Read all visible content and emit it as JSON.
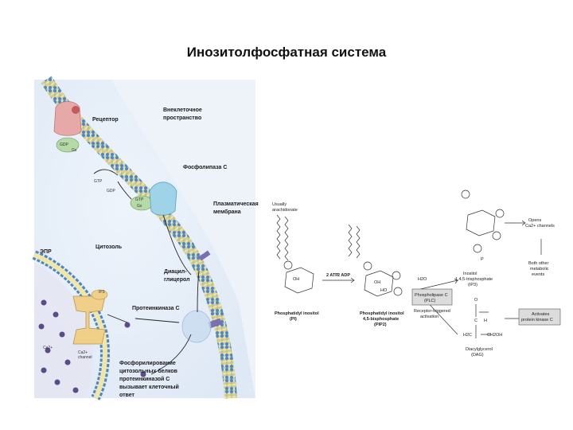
{
  "title": "Инозитолфосфатная система",
  "left": {
    "receptor": "Рецептор",
    "extracellular": [
      "Внеклеточное",
      "пространство"
    ],
    "gdp": "GDP",
    "gs": "Gs",
    "gtp": "GTP",
    "gdp2": "GDP",
    "gtp2": "GTP",
    "gs2": "Gs",
    "phospholipase": "Фосфолипаза С",
    "plasma_membrane": [
      "Плазматическая",
      "мембрана"
    ],
    "cytosol": "Цитозоль",
    "er": "ЭПР",
    "dag": [
      "Диацил-",
      "глицерол"
    ],
    "ip3": "IP3",
    "pkc": "Протеинкиназа С",
    "ca": "Ca2+",
    "ca_channel": [
      "Ca2+",
      "channel"
    ],
    "phosphorylation": [
      "Фосфорилирование",
      "цитозольных белков",
      "протеинкиназой С",
      "вызывает клеточный",
      "ответ"
    ]
  },
  "right": {
    "usually_arachidonate": [
      "Usually",
      "arachidonate"
    ],
    "pi": [
      "Phosphatidyl inositol",
      "(PI)"
    ],
    "atp": "2 ATP",
    "adp": "2 ADP",
    "pip2": [
      "Phosphatidyl inositol",
      "4,5-bisphosphate",
      "(PIP2)"
    ],
    "h2o": "H2O",
    "plc": [
      "Phospholipase C",
      "(PLC)"
    ],
    "receptor_triggered": [
      "Receptor-triggered",
      "activation"
    ],
    "ip3_full": [
      "Inositol",
      "1,4,5-trisphosphate",
      "(IP3)"
    ],
    "opens_ca": [
      "Opens",
      "Ca2+ channels"
    ],
    "both_other": [
      "Both other",
      "metabolic",
      "events"
    ],
    "activates_pkc": [
      "Activates",
      "protein kinase C"
    ],
    "dag_full": [
      "Diacylglycerol",
      "(DAG)"
    ],
    "oh": "OH",
    "ho": "HO",
    "o": "O",
    "p": "P",
    "c": "C",
    "h": "H",
    "ch2oh": "CH2OH",
    "h2c": "H2C"
  }
}
